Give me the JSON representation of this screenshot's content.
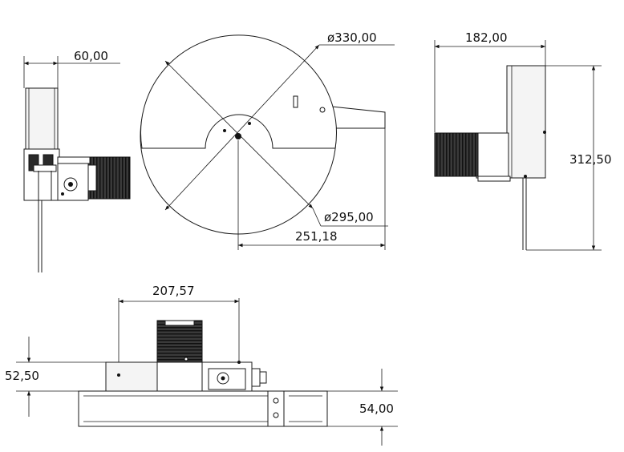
{
  "dimensions": {
    "side_width": "60,00",
    "outer_diameter": "ø330,00",
    "inner_diameter": "ø295,00",
    "drum_offset": "251,18",
    "right_width": "182,00",
    "right_height": "312,50",
    "bottom_width": "207,57",
    "bottom_left_height": "52,50",
    "bottom_right_height": "54,00"
  }
}
